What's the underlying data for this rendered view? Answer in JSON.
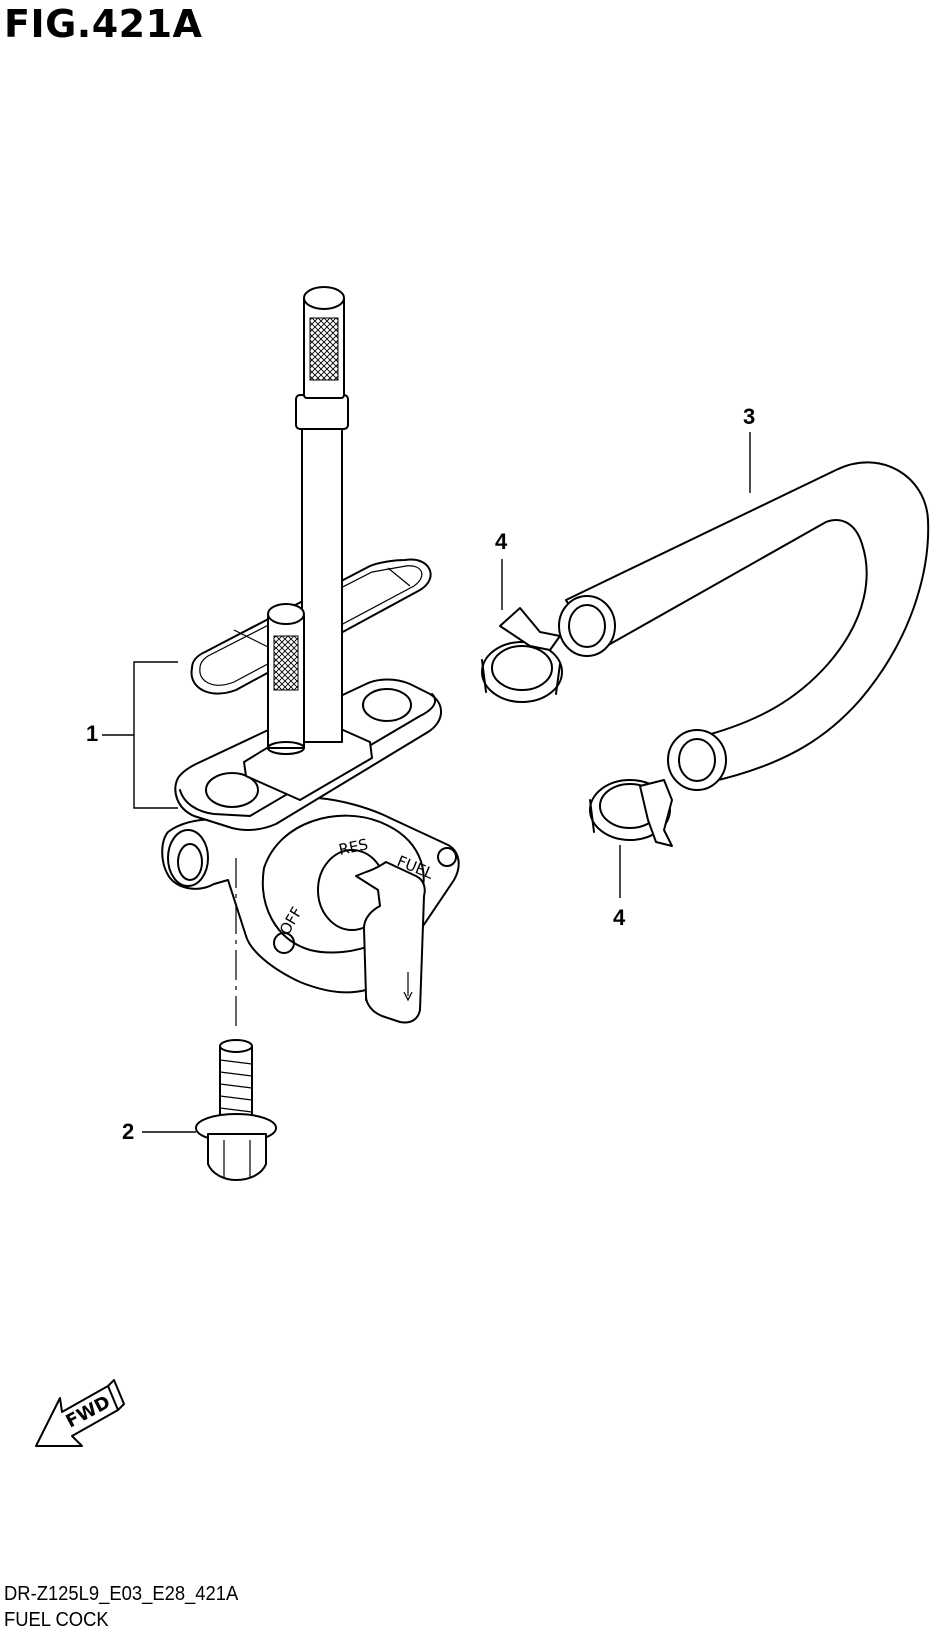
{
  "figure": {
    "title": "FIG.421A"
  },
  "callouts": {
    "part_1": "1",
    "part_2": "2",
    "part_3": "3",
    "part_4_upper": "4",
    "part_4_lower": "4"
  },
  "valve_labels": {
    "off": "OFF",
    "res": "RES",
    "fuel": "FUEL"
  },
  "fwd_arrow": {
    "label": "FWD"
  },
  "footer": {
    "model_code": "DR-Z125L9_E03_E28_421A",
    "section_name": "FUEL COCK"
  }
}
